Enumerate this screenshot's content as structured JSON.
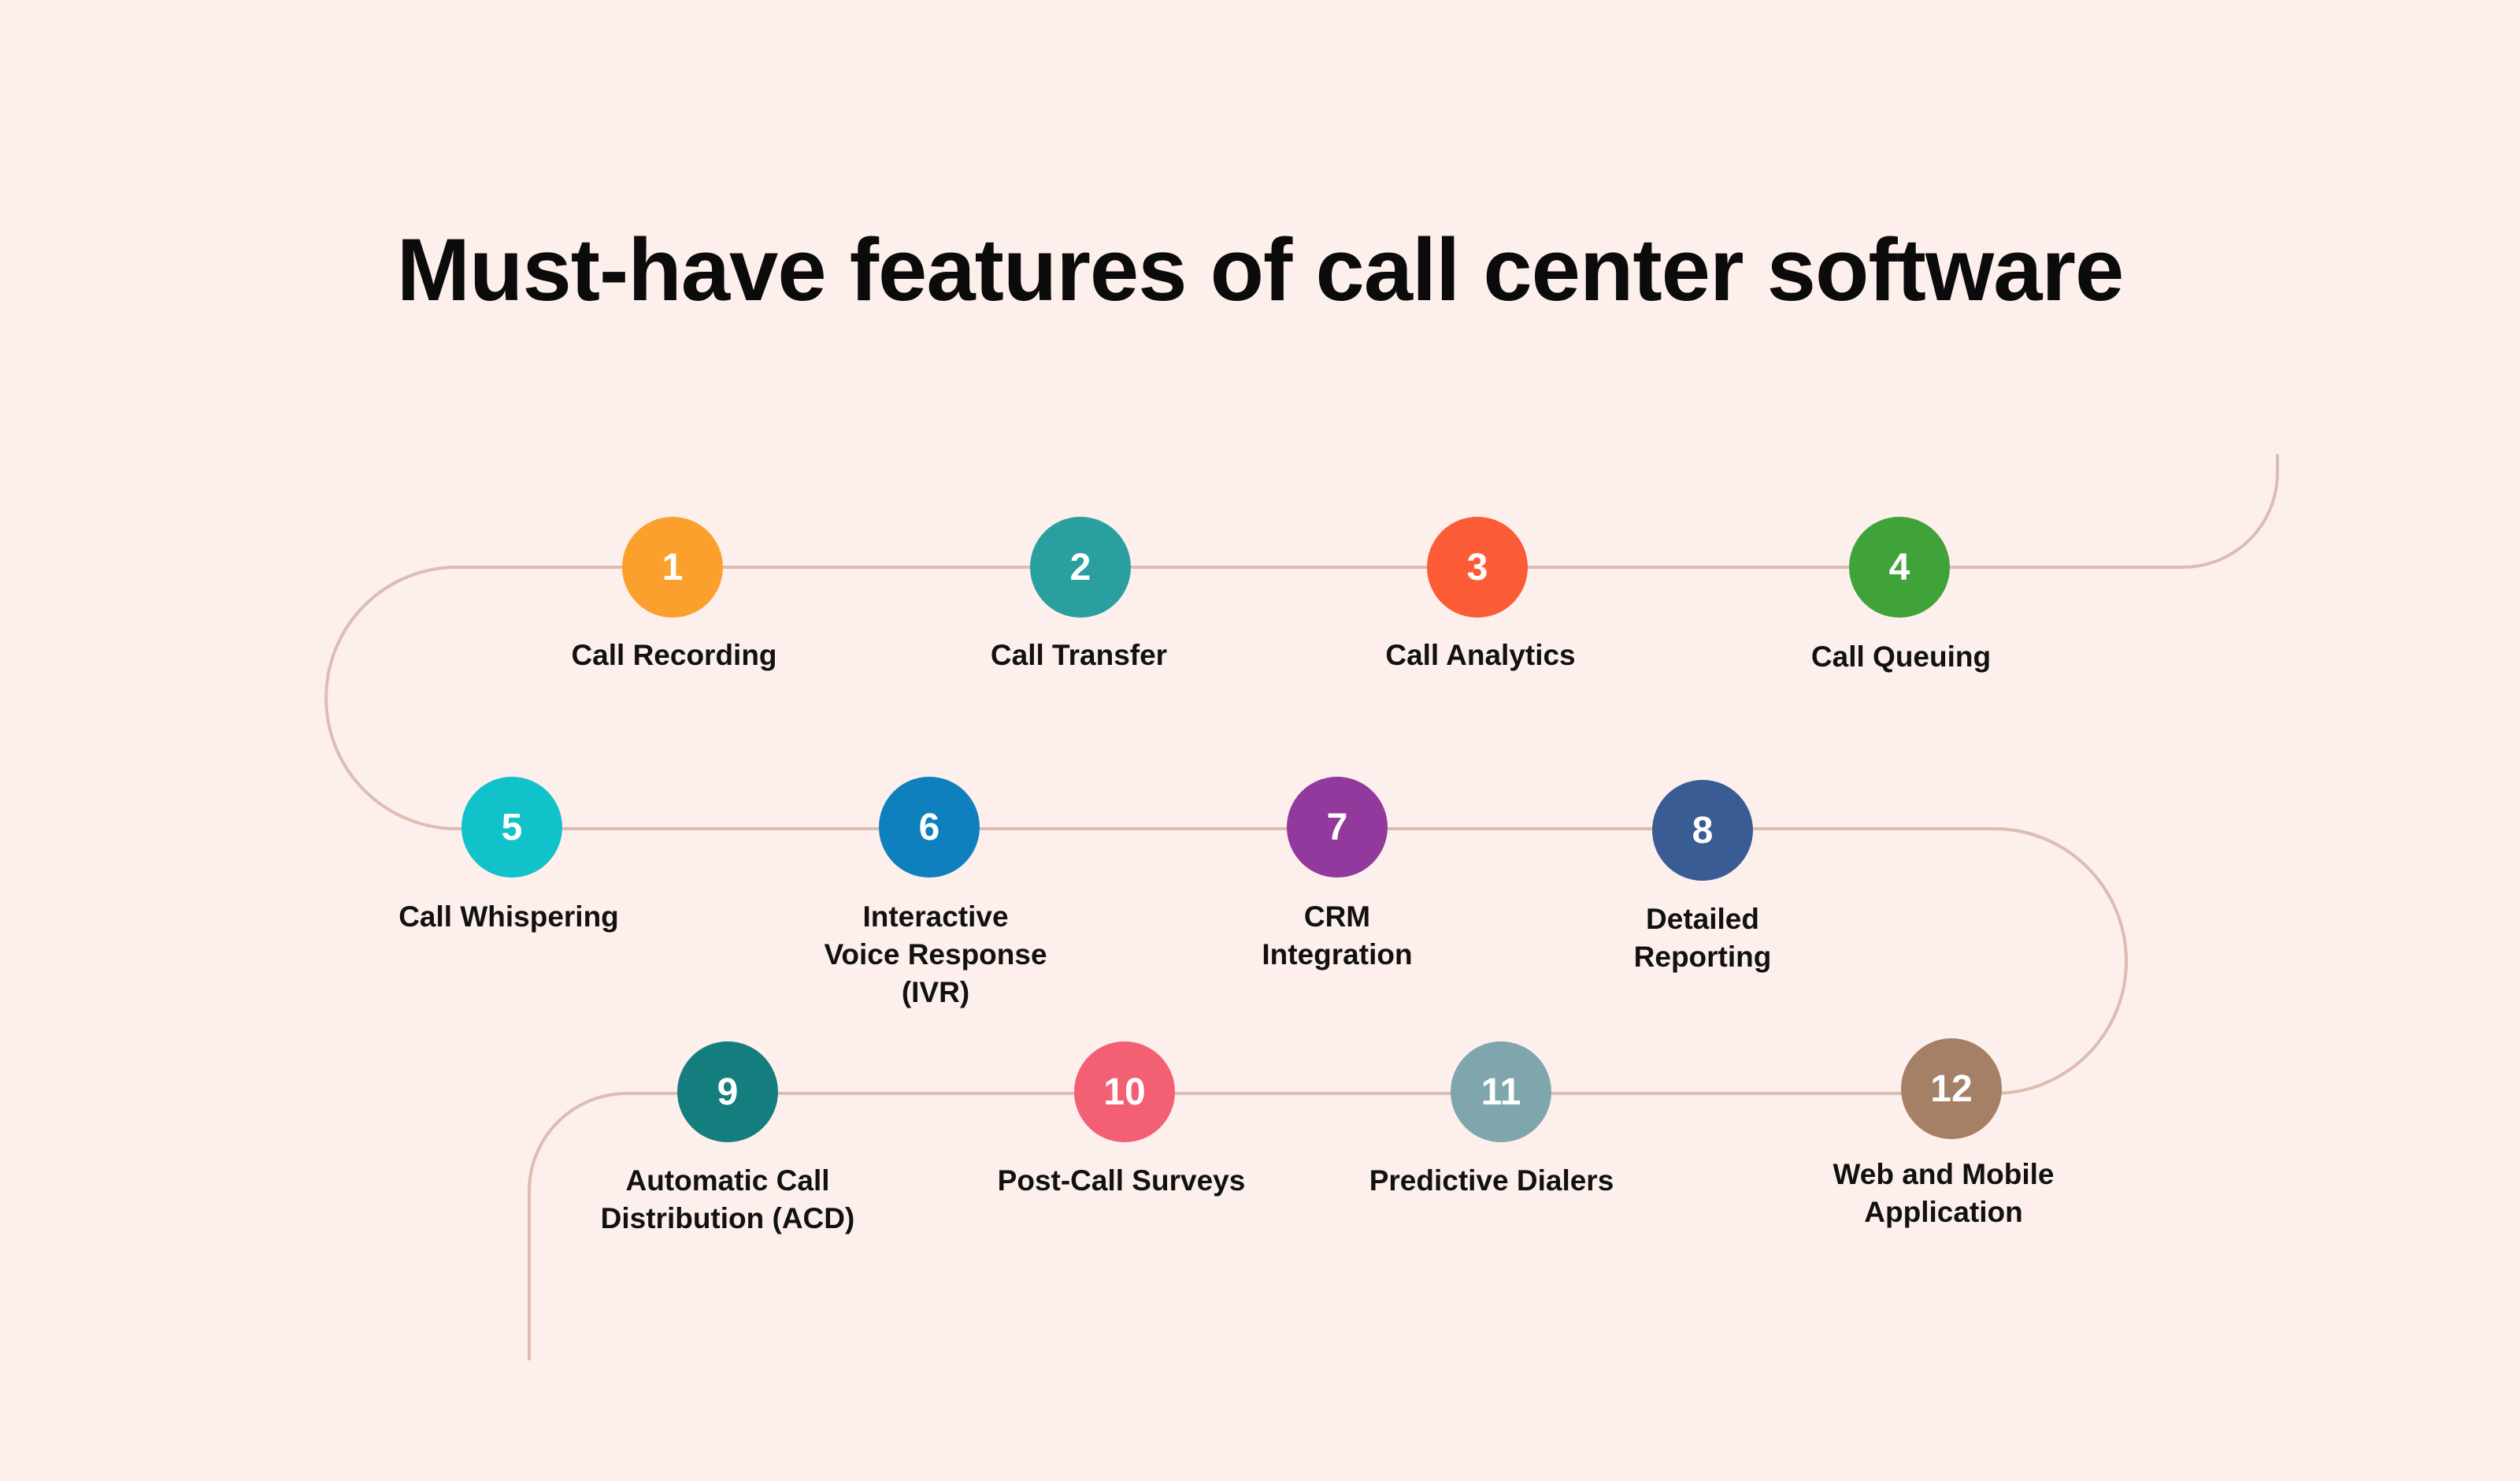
{
  "title": "Must-have features of call center software",
  "colors": {
    "background": "#FDEFEC",
    "path_line": "#DDBDB3"
  },
  "features": [
    {
      "number": "1",
      "label": "Call Recording",
      "color": "#FCA02D"
    },
    {
      "number": "2",
      "label": "Call Transfer",
      "color": "#2A9F9F"
    },
    {
      "number": "3",
      "label": "Call Analytics",
      "color": "#FB5C35"
    },
    {
      "number": "4",
      "label": "Call Queuing",
      "color": "#3FA33A"
    },
    {
      "number": "5",
      "label": "Call Whispering",
      "color": "#12C2CB"
    },
    {
      "number": "6",
      "label": "Interactive\nVoice Response\n(IVR)",
      "color": "#0F80BE"
    },
    {
      "number": "7",
      "label": "CRM\nIntegration",
      "color": "#91399D"
    },
    {
      "number": "8",
      "label": "Detailed\nReporting",
      "color": "#3A5C95"
    },
    {
      "number": "9",
      "label": "Automatic Call\nDistribution (ACD)",
      "color": "#147D7D"
    },
    {
      "number": "10",
      "label": "Post-Call Surveys",
      "color": "#F35F73"
    },
    {
      "number": "11",
      "label": "Predictive Dialers",
      "color": "#7EA6AC"
    },
    {
      "number": "12",
      "label": "Web and Mobile\nApplication",
      "color": "#A67F67"
    }
  ]
}
